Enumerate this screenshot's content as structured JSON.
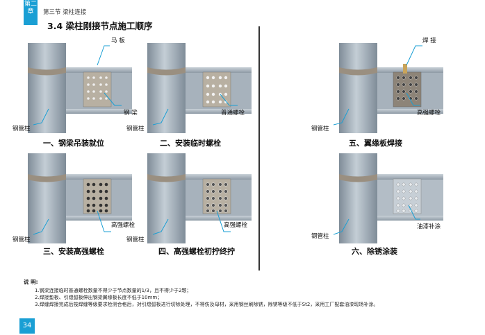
{
  "header": {
    "chapter_badge": "第二章",
    "section": "第三节  梁柱连接",
    "title": "3.4  梁柱刚接节点施工顺序"
  },
  "panels": [
    {
      "caption": "一、钢梁吊装就位",
      "labels": {
        "top": "马  板",
        "right": "钢  梁",
        "column": "钢管柱"
      }
    },
    {
      "caption": "二、安装临时螺栓",
      "labels": {
        "right": "普通螺栓",
        "column": "钢管柱"
      }
    },
    {
      "caption": "三、安装高强螺栓",
      "labels": {
        "right": "高强螺栓",
        "column": "钢管柱"
      }
    },
    {
      "caption": "四、高强螺栓初拧终拧",
      "labels": {
        "right": "高强螺栓",
        "column": "钢管柱"
      }
    },
    {
      "caption": "五、翼缘板焊接",
      "labels": {
        "top": "焊  接",
        "right": "高强螺栓",
        "column": "钢管柱"
      }
    },
    {
      "caption": "六、除锈涂装",
      "labels": {
        "right": "油漆补涂",
        "column": "钢管柱"
      }
    }
  ],
  "notes": {
    "heading": "说  明:",
    "items": [
      "1.钢梁连接临时普通螺栓数量不得少于节点数量的1/3，且不得少于2颗；",
      "2.焊接垫板、引熄弧板伸出钢梁翼缘板长度不低于10mm；",
      "3.焊缝焊接完成后按焊缝等级要求检测合格后，对引熄弧板进行切除处理，不得伤及母材，采用钢丝刷除锈，除锈等级不低于St2，采用工厂配套油漆现场补涂。"
    ]
  },
  "page_number": "34",
  "colors": {
    "accent": "#1a9fd4",
    "steel": "#9aa8b4",
    "leader": "#1a9fd4"
  }
}
